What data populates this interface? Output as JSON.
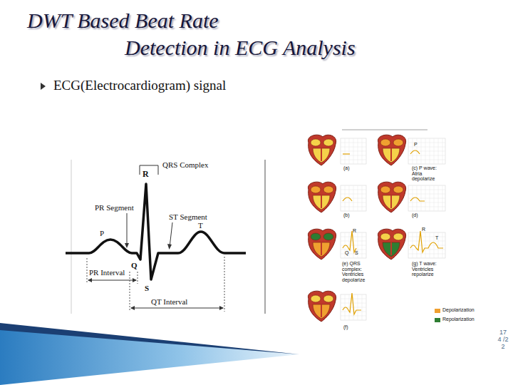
{
  "diagram": {
    "title": "DWT Based Beat Rate Detection in ECG Analysis",
    "labels": [
      "ECG(Electrocardiogram) signal",
      "QRS Complex",
      "R",
      "PR Segment",
      "ST Segment",
      "T",
      "P",
      "PR Interval",
      "Q",
      "S",
      "QT Interval",
      "(a)",
      "(c) P wave: Atria depolarize",
      "P",
      "(b)",
      "(d)",
      "R",
      "Q",
      "S",
      "(e) QRS complex: Ventricles depolarize",
      "R",
      "T",
      "(g) T wave: Ventricles repolarize",
      "(f)",
      "17 4 /2 2"
    ],
    "legend": [
      {
        "text": "Depolarization",
        "color": "#f0a030"
      },
      {
        "text": "Repolarization",
        "color": "#2e7d32"
      }
    ]
  }
}
